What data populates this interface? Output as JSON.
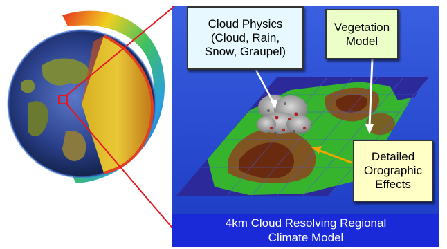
{
  "callouts": {
    "cloud_physics": {
      "lines": [
        "Cloud Physics",
        "(Cloud, Rain,",
        "Snow, Graupel)"
      ]
    },
    "vegetation": {
      "lines": [
        "Vegetation",
        "Model"
      ]
    },
    "orographic": {
      "lines": [
        "Detailed",
        "Orographic",
        "Effects"
      ]
    }
  },
  "banner": {
    "lines": [
      "4km Cloud Resolving Regional",
      "Climate Model"
    ]
  },
  "colors": {
    "panel_background": "#2a4cd4",
    "terrain_green": "#36b42e",
    "terrain_dark": "#6a2a10",
    "ocean_blue": "#2c2a9a",
    "banner_blue": "#1a2ad9",
    "connector_red": "#e8161e",
    "arrow_white": "#ffffff",
    "arrow_orange": "#f0a800"
  },
  "icons": [
    "globe-cutaway",
    "terrain-map",
    "cloud-cluster"
  ]
}
